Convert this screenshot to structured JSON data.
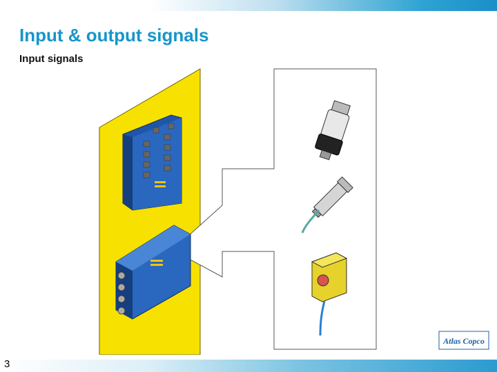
{
  "slide": {
    "title": "Input & output signals",
    "subtitle": "Input signals",
    "page_number": "3"
  },
  "brand": {
    "logo_text": "Atlas Copco",
    "accent_color": "#1596c9",
    "highlight_color": "#f7e100"
  },
  "diagram": {
    "devices": [
      "io-module-upper",
      "io-module-lower"
    ],
    "input_devices": [
      "pressure-sensor",
      "proximity-sensor",
      "push-button-box"
    ]
  }
}
